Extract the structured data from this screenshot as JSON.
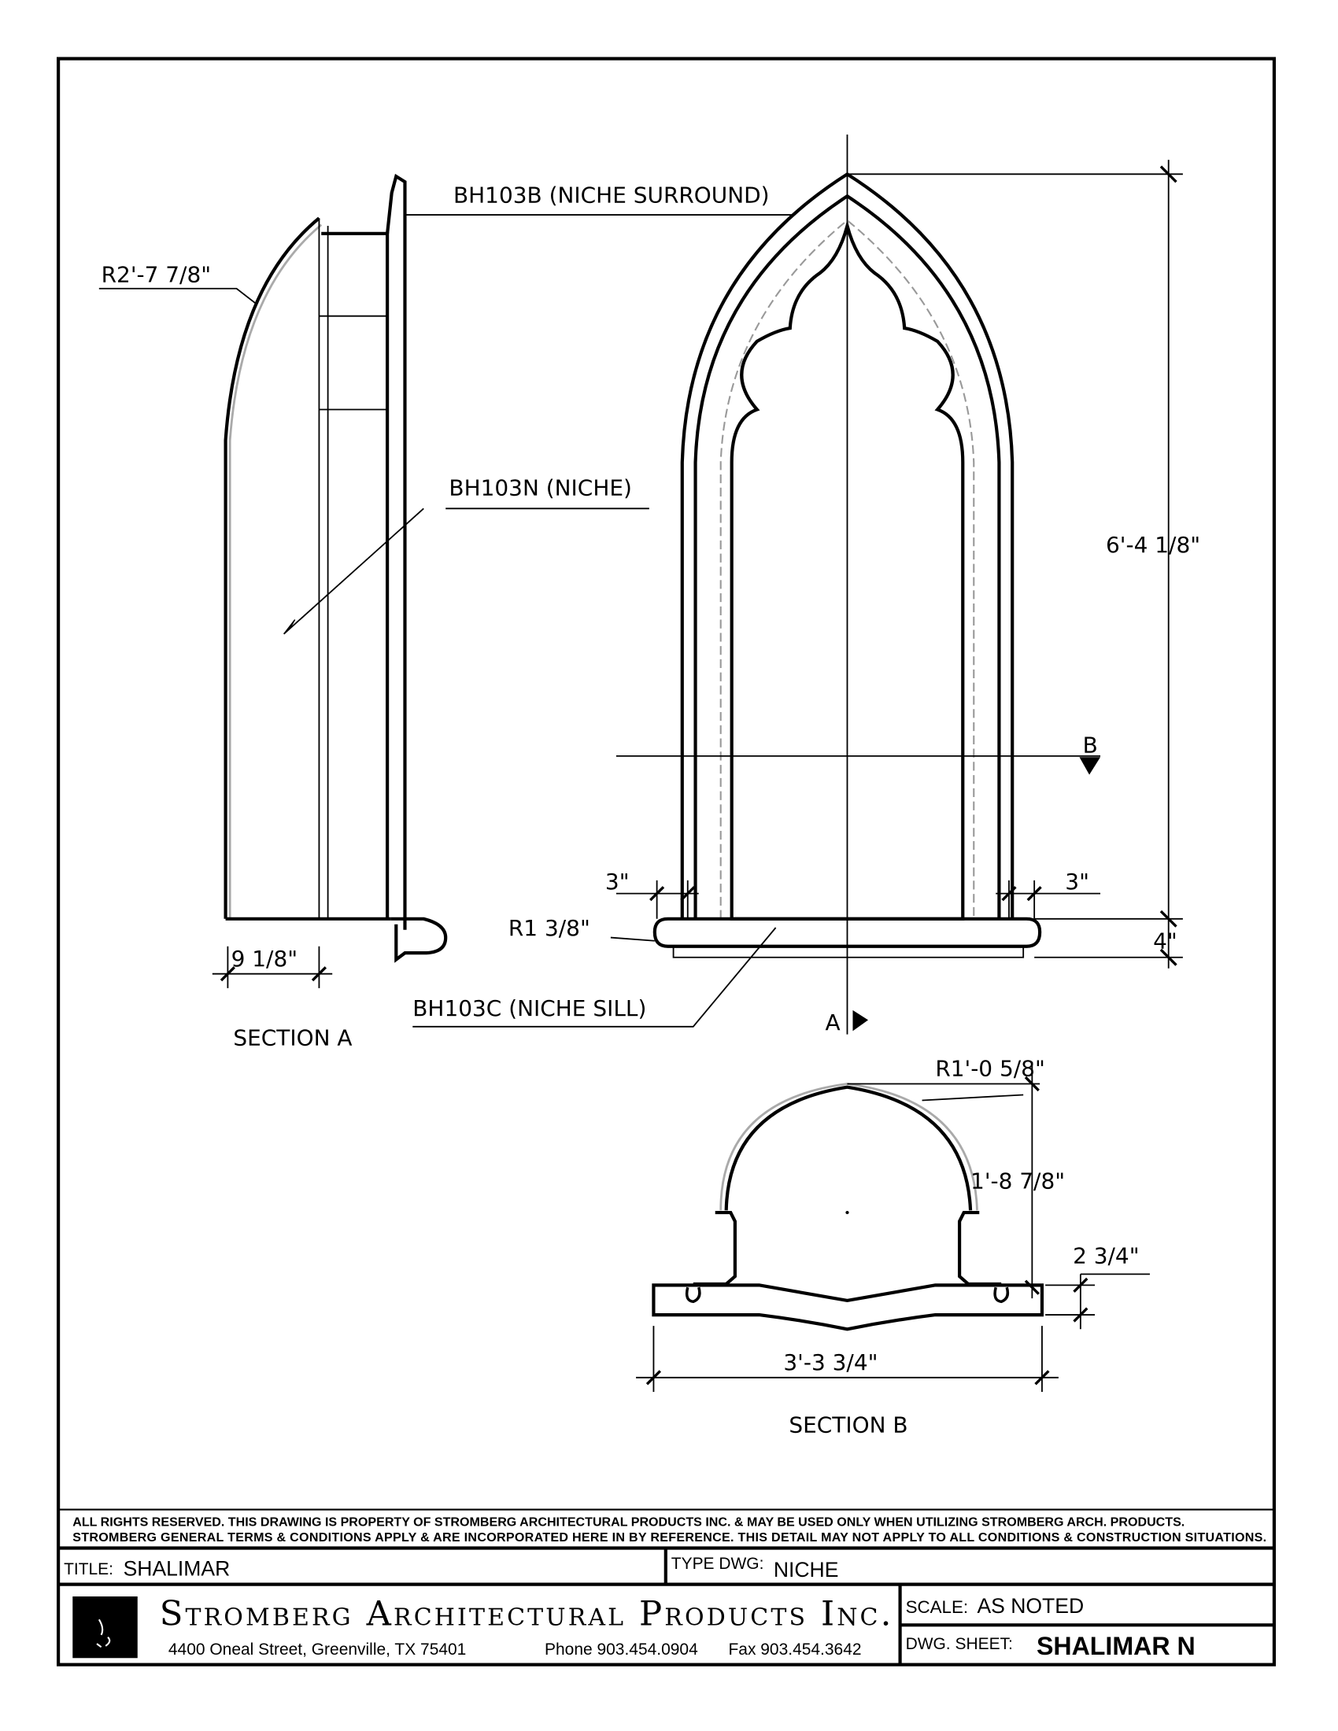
{
  "section_a": {
    "radius_label": "R2'-7 7/8\"",
    "depth_label": "9 1/8\"",
    "niche_label": "BH103N (NICHE)",
    "title": "SECTION A"
  },
  "elevation": {
    "surround_label": "BH103B (NICHE SURROUND)",
    "sill_label": "BH103C (NICHE SILL)",
    "height_label": "6'-4 1/8\"",
    "sill_height_label": "4\"",
    "left_width_label": "3\"",
    "right_width_label": "3\"",
    "sill_radius_label": "R1 3/8\"",
    "section_b_marker": "B",
    "section_a_marker": "A"
  },
  "section_b": {
    "radius_label": "R1'-0 5/8\"",
    "height_label": "1'-8 7/8\"",
    "sill_label": "2 3/4\"",
    "width_label": "3'-3 3/4\"",
    "title": "SECTION B"
  },
  "title_block": {
    "notes": [
      "ALL RIGHTS RESERVED. THIS DRAWING IS PROPERTY OF STROMBERG ARCHITECTURAL PRODUCTS INC. & MAY BE USED ONLY WHEN UTILIZING STROMBERG ARCH. PRODUCTS.",
      "STROMBERG GENERAL TERMS & CONDITIONS APPLY & ARE INCORPORATED HERE IN BY REFERENCE. THIS DETAIL MAY NOT APPLY TO ALL CONDITIONS & CONSTRUCTION SITUATIONS."
    ],
    "title_label": "TITLE:",
    "title_value": "SHALIMAR",
    "type_label": "TYPE DWG:",
    "type_value": "NICHE",
    "company": "Stromberg Architectural Products Inc.",
    "address": "4400 Oneal Street, Greenville, TX  75401",
    "phone": "Phone 903.454.0904",
    "fax": "Fax 903.454.3642",
    "scale_label": "SCALE:",
    "scale_value": "AS NOTED",
    "sheet_label": "DWG. SHEET:",
    "sheet_value": "SHALIMAR N"
  }
}
